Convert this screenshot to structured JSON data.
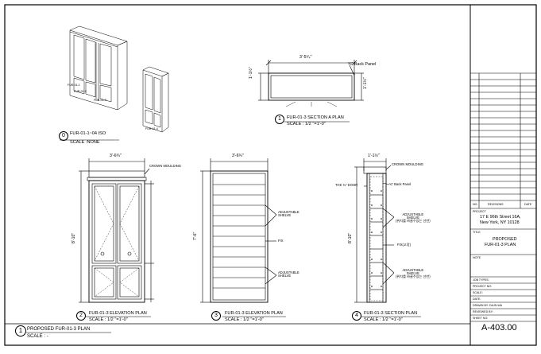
{
  "views": {
    "iso": {
      "num": "0",
      "title": "FUR-01-1~04 ISO",
      "scale": "SCALE :NONE",
      "tags": [
        "FUR-01-1",
        "FUR-01-2",
        "FUR-01-3",
        "FUR-01-4"
      ]
    },
    "section_a": {
      "num": "1",
      "title": "FUR-01-3 SECTION A PLAN",
      "scale": "SCALE : 1/2 \"=1'-0\"",
      "width_dim": "3'-5⁵⁄₄\"",
      "depth_dim_a": "1'-1½\"",
      "depth_dim_b": "1'-1½\"",
      "note": "¾\" Back Panel"
    },
    "elevation": {
      "num": "2",
      "title": "FUR-01-3 ELEVATION PLAN",
      "scale": "SCALE : 1/2 \"=1'-0\"",
      "top_dim": "3'-6¾\"",
      "height_dim": "8'-10\"",
      "note": "CROWN MOULDING"
    },
    "shelf_elev": {
      "num": "3",
      "title": "FUR-01-3 ELEVATION PLAN",
      "scale": "SCALE : 1/2 \"=1'-0\"",
      "top_dim": "3'-6¾\"",
      "height_dim": "7'-6\"",
      "note_adj_1": "ADJUSTABLE\nSHELVE",
      "note_fix": "FIX",
      "note_adj_2": "ADJUSTABLE\nSHELVE"
    },
    "section": {
      "num": "4",
      "title": "FUR-01-3 SECTION PLAN",
      "scale": "SCALE : 1/2 \"=1'-0\"",
      "top_dim": "1'-1½\"",
      "height_dim": "8'-10\"",
      "note_crown": "CROWN MOULDING",
      "note_door": "THK ¾\" DOOR",
      "note_back": "¾\" Back Panel",
      "note_adj_1": "ADJUSTABLE\nSHELVE\n(위치를 바꿀수있는 선반)",
      "note_fix": "FIX(고정)",
      "note_adj_2": "ADJUSTABLE\nSHELVE\n(위치를 바꿀수있는 선반)"
    }
  },
  "sheet_title": {
    "num": "1",
    "title": "PROPOSED  FUR-01-3 PLAN",
    "scale": "SCALE : -"
  },
  "title_block": {
    "rev_headers": {
      "no": "NO.",
      "revisions": "REVISIONS",
      "date": "DATE"
    },
    "project_label": "PROJECT",
    "project_line1": "17 E 96th Street 16A,",
    "project_line2": "New York, NY 10128",
    "title_label": "TITLE",
    "title_line1": "PROPOSED",
    "title_line2": "FUR-01-3 PLAN",
    "note_label": "NOTE",
    "fields": [
      "JOB TYPES:",
      "PROJECT NO:",
      "SCALE:",
      "DATE:",
      "DRAWN BY: DAJN WA",
      "REVIEWED BY:",
      "SHEET NO:"
    ],
    "sheet_no": "A-403.00"
  }
}
